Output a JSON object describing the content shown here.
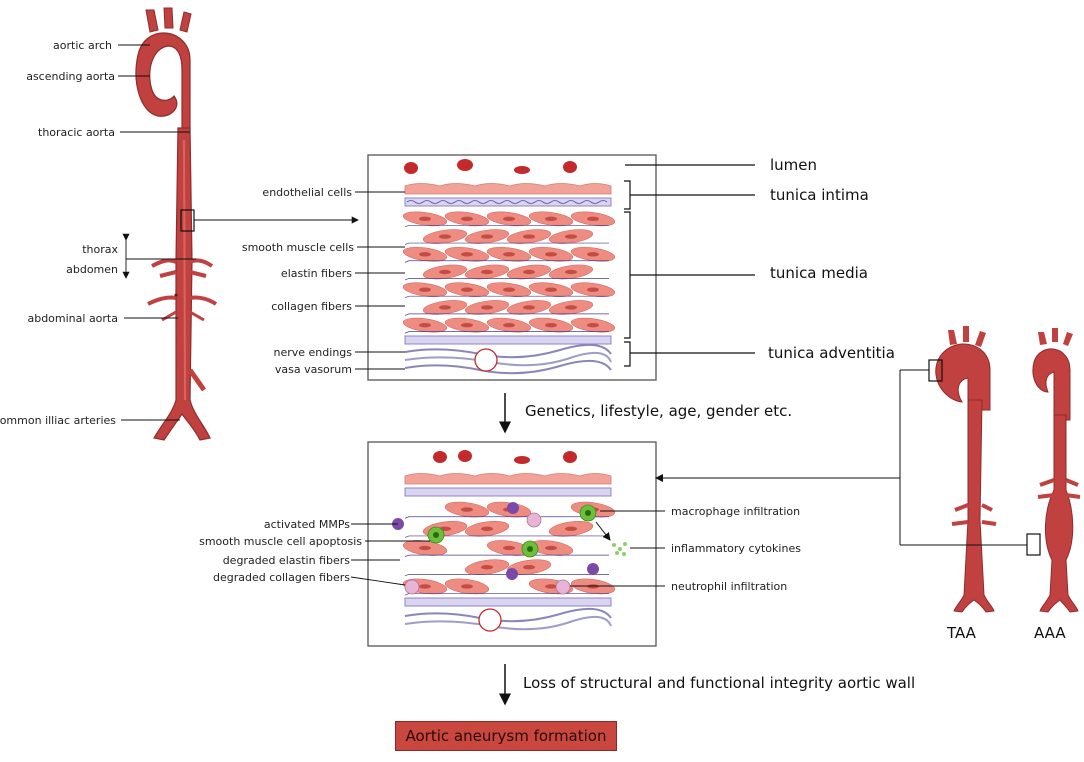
{
  "colors": {
    "aorta": "#c0413f",
    "aorta_dark": "#8f2c2a",
    "rbc": "#c42a2c",
    "smc": "#ef8c82",
    "endothelial": "#f1a39a",
    "elastic_lamina": "#c9c2e8",
    "macrophage": "#6bbf3a",
    "mmp": "#7b4aa8",
    "neutrophil": "#e8b4d6",
    "result_box": "#c9473f"
  },
  "aorta_labels": {
    "aortic_arch": "aortic arch",
    "ascending_aorta": "ascending aorta",
    "thoracic_aorta": "thoracic aorta",
    "thorax": "thorax",
    "abdomen": "abdomen",
    "abdominal_aorta": "abdominal aorta",
    "common_iliac": "common illiac arteries"
  },
  "healthy_wall_labels": {
    "endothelial_cells": "endothelial cells",
    "smooth_muscle_cells": "smooth muscle cells",
    "elastin_fibers": "elastin fibers",
    "collagen_fibers": "collagen fibers",
    "nerve_endings": "nerve endings",
    "vasa_vasorum": "vasa vasorum"
  },
  "layers": {
    "lumen": "lumen",
    "tunica_intima": "tunica intima",
    "tunica_media": "tunica media",
    "tunica_adventitia": "tunica adventitia"
  },
  "factors_text": "Genetics, lifestyle, age, gender etc.",
  "diseased_wall_labels": {
    "activated_mmps": "activated MMPs",
    "smc_apoptosis": "smooth muscle cell apoptosis",
    "degraded_elastin": "degraded elastin fibers",
    "degraded_collagen": "degraded collagen fibers",
    "macrophage_infiltration": "macrophage infiltration",
    "inflammatory_cytokines": "inflammatory cytokines",
    "neutrophil_infiltration": "neutrophil infiltration"
  },
  "aneurysm_types": {
    "taa": "TAA",
    "aaa": "AAA"
  },
  "loss_text": "Loss of structural and functional integrity aortic wall",
  "result_text": "Aortic aneurysm formation"
}
